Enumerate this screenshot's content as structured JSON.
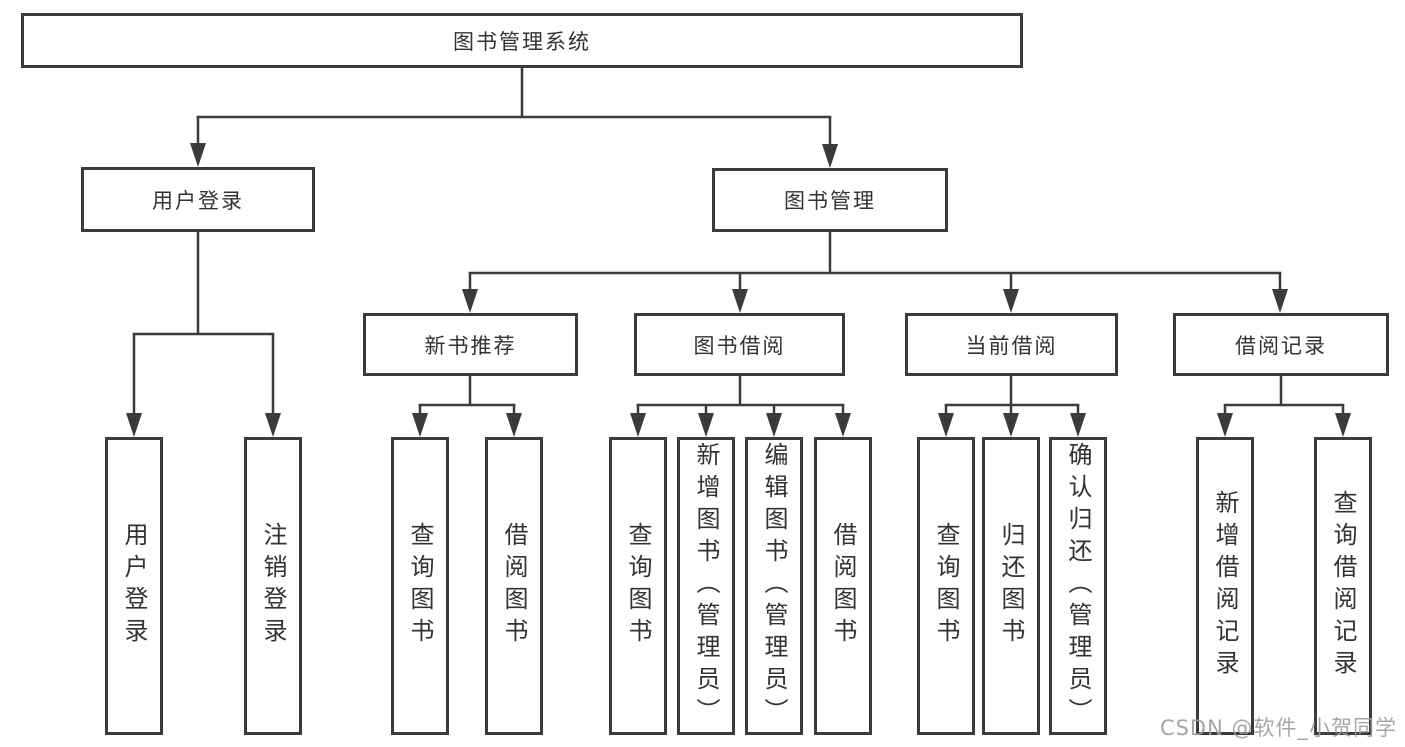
{
  "diagram": {
    "root": {
      "label": "图书管理系统"
    },
    "level2": [
      {
        "label": "用户登录"
      },
      {
        "label": "图书管理"
      }
    ],
    "level3": [
      {
        "label": "新书推荐"
      },
      {
        "label": "图书借阅"
      },
      {
        "label": "当前借阅"
      },
      {
        "label": "借阅记录"
      }
    ],
    "leaves_user_login": [
      {
        "label": "用户登录"
      },
      {
        "label": "注销登录"
      }
    ],
    "leaves_new_book": [
      {
        "label": "查询图书"
      },
      {
        "label": "借阅图书"
      }
    ],
    "leaves_book_borrow": [
      {
        "label": "查询图书"
      },
      {
        "label": "新增图书（管理员）"
      },
      {
        "label": "编辑图书（管理员）"
      },
      {
        "label": "借阅图书"
      }
    ],
    "leaves_current_borrow": [
      {
        "label": "查询图书"
      },
      {
        "label": "归还图书"
      },
      {
        "label": "确认归还（管理员）"
      }
    ],
    "leaves_borrow_records": [
      {
        "label": "新增借阅记录"
      },
      {
        "label": "查询借阅记录"
      }
    ],
    "watermark": "CSDN @软件_小贺同学",
    "colors": {
      "line": "#3b3b3b",
      "box_background": "#ffffff",
      "text": "#333333",
      "watermark": "#9e9e9e"
    }
  }
}
